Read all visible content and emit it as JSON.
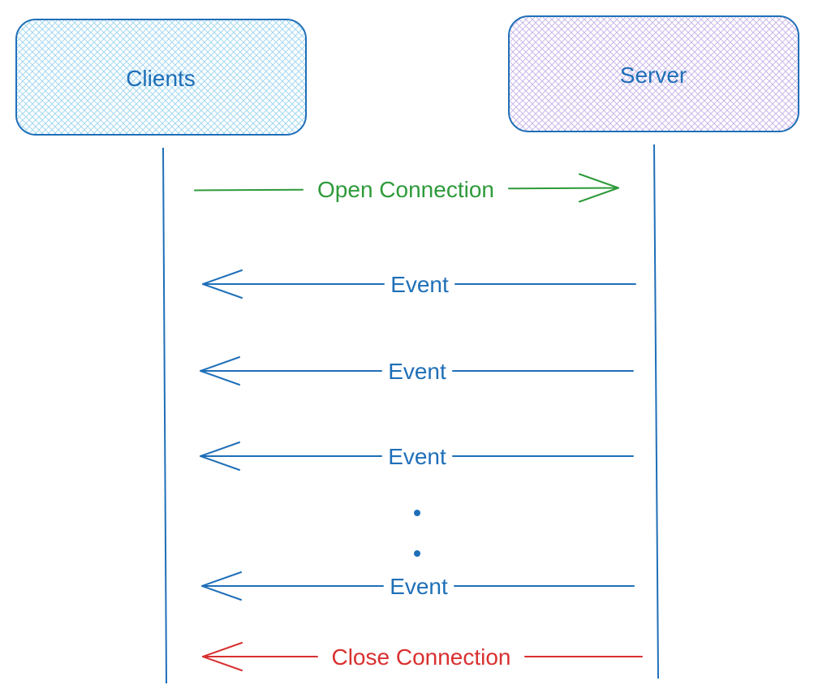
{
  "actors": {
    "client": {
      "label": "Clients"
    },
    "server": {
      "label": "Server"
    }
  },
  "messages": [
    {
      "label": "Open Connection",
      "direction": "to-server",
      "color": "#2e9a3a"
    },
    {
      "label": "Event",
      "direction": "to-client",
      "color": "#1f6fb8"
    },
    {
      "label": "Event",
      "direction": "to-client",
      "color": "#1f6fb8"
    },
    {
      "label": "Event",
      "direction": "to-client",
      "color": "#1f6fb8"
    },
    {
      "label": "Event",
      "direction": "to-client",
      "color": "#1f6fb8"
    },
    {
      "label": "Close Connection",
      "direction": "to-client",
      "color": "#d93030"
    }
  ],
  "colors": {
    "actor_stroke": "#1f6fb8",
    "client_fill": "#a5d8f0",
    "server_fill": "#c9b8ea",
    "lifeline": "#1f6fb8",
    "open": "#2e9a3a",
    "event": "#1f6fb8",
    "close": "#d93030"
  }
}
